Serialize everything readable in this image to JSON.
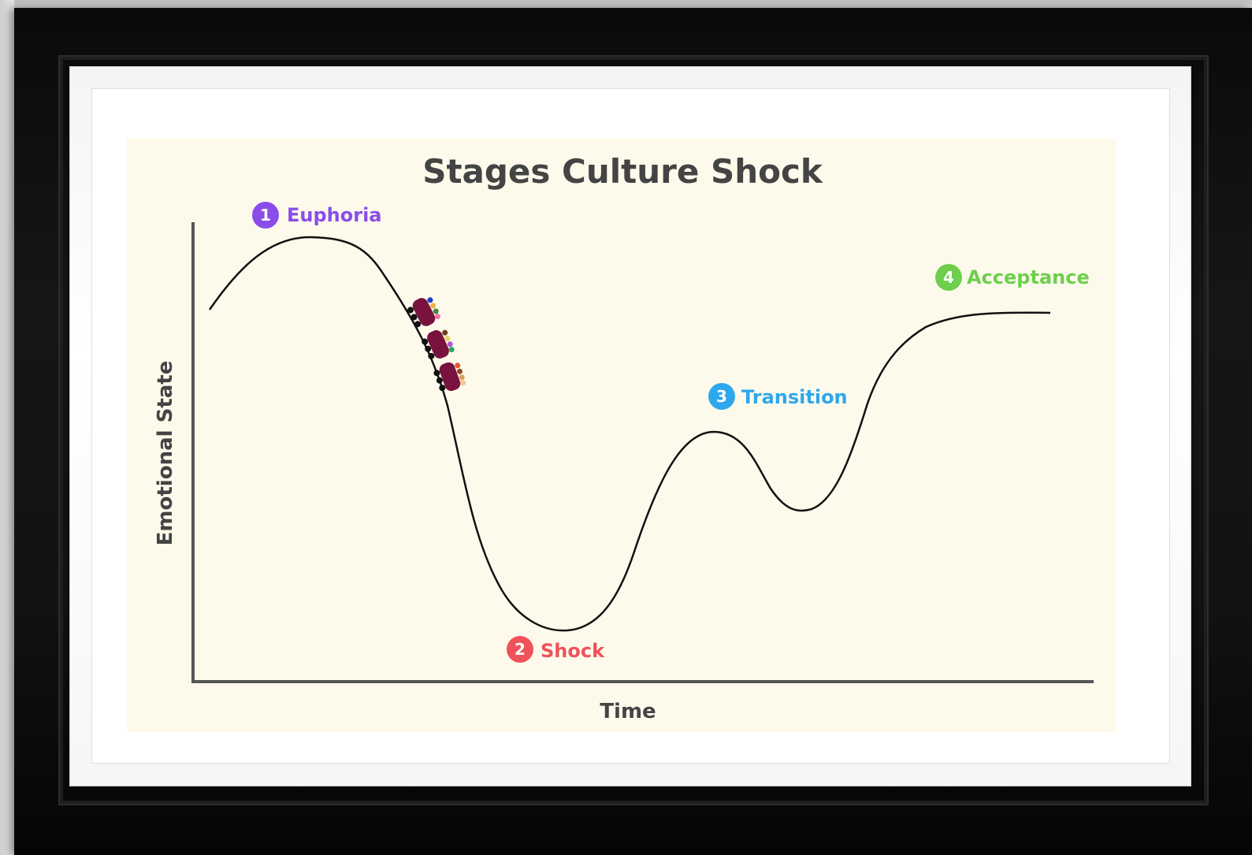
{
  "title": "Stages Culture Shock",
  "axes": {
    "y_label": "Emotional State",
    "x_label": "Time"
  },
  "stages": [
    {
      "number": "1",
      "label": "Euphoria",
      "color": "#8a4dea"
    },
    {
      "number": "2",
      "label": "Shock",
      "color": "#f0525a"
    },
    {
      "number": "3",
      "label": "Transition",
      "color": "#2ea8ec"
    },
    {
      "number": "4",
      "label": "Acceptance",
      "color": "#6dcf4b"
    }
  ],
  "colors": {
    "chart_background": "#fdfaec",
    "text": "#444444",
    "axis": "#555555",
    "curve": "#111111",
    "cart_body": "#7a1240",
    "cart_wheels": "#111111"
  },
  "icons": {
    "frame": "black-picture-frame",
    "roller_coaster": "roller-coaster-cars-icon"
  }
}
